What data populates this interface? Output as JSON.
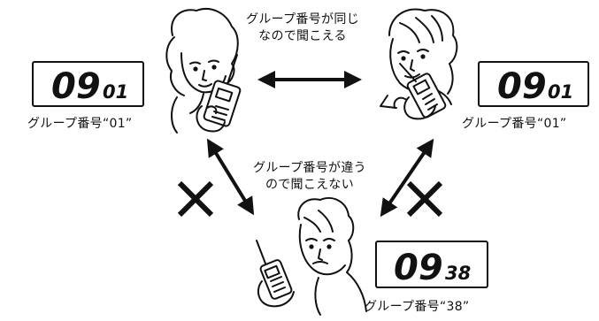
{
  "messages": {
    "same_group_line1": "グループ番号が同じ",
    "same_group_line2": "なので聞こえる",
    "diff_group_line1": "グループ番号が違う",
    "diff_group_line2": "ので聞こえない"
  },
  "radios": [
    {
      "id": "top-left",
      "display_main": "09",
      "display_sub": "01",
      "caption": "グループ番号“01”"
    },
    {
      "id": "top-right",
      "display_main": "09",
      "display_sub": "01",
      "caption": "グループ番号“01”"
    },
    {
      "id": "bottom",
      "display_main": "09",
      "display_sub": "38",
      "caption": "グループ番号“38”"
    }
  ],
  "colors": {
    "line": "#111111",
    "background": "#ffffff"
  }
}
